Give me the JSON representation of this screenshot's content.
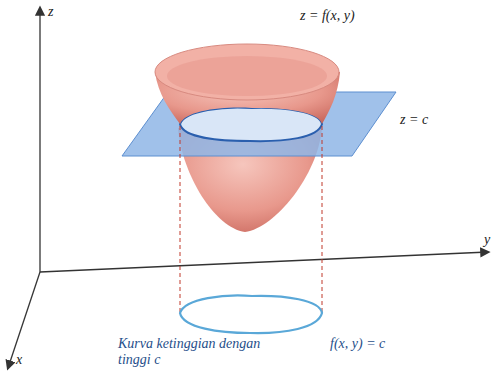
{
  "diagram": {
    "labels": [
      "z",
      "z = f(x, y)",
      "z = c",
      "y",
      "x",
      "Kurva ketinggian dengan tinggi c",
      "f(x, y) = c"
    ]
  }
}
